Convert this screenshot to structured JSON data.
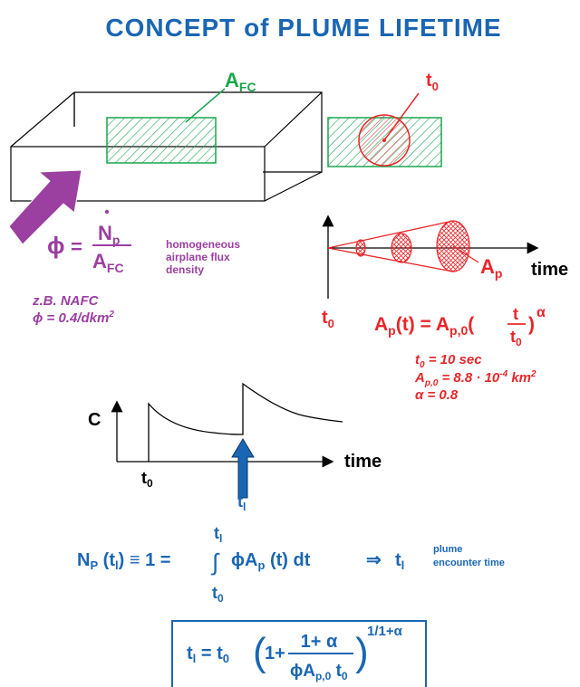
{
  "title": "CONCEPT of PLUME LIFETIME",
  "colors": {
    "blue": "#1a66b3",
    "green": "#1aa64d",
    "red": "#e8262a",
    "purple": "#9b3fa0",
    "black": "#000000"
  },
  "box_panel": {
    "afc_label": "A",
    "afc_sub": "FC"
  },
  "flux_panel": {
    "phi": "ϕ",
    "equals": "=",
    "numerator": "N",
    "numerator_sub": "p",
    "denominator": "A",
    "denominator_sub": "FC",
    "description": [
      "homogeneous",
      "airplane flux",
      "density"
    ],
    "example_line1": "z.B. NAFC",
    "example_line2": "ϕ = 0.4/dkm",
    "example_sup": "2"
  },
  "plume_panel": {
    "t0_label": "t",
    "t0_sub": "0",
    "time_label": "time",
    "ap_label": "A",
    "ap_sub": "p",
    "formula_lhs": "A",
    "formula_lhs_sub": "p",
    "formula_lhs_rest": "(t) = A",
    "formula_rhs_sub": "p,0",
    "formula_paren_open": "(",
    "formula_frac_num": "t",
    "formula_frac_den": "t",
    "formula_frac_den_sub": "0",
    "formula_paren_close": ")",
    "formula_exp": "α",
    "param1": "t",
    "param1_sub": "0",
    "param1_rest": " = 10 sec",
    "param2": "A",
    "param2_sub": "p,0",
    "param2_rest": " = 8.8 · 10",
    "param2_sup": "-4",
    "param2_unit": " km",
    "param2_unit_sup": "2",
    "param3": "α = 0.8"
  },
  "concentration_panel": {
    "c_label": "C",
    "time_label": "time",
    "t0_label": "t",
    "t0_sub": "0",
    "tl_label": "t",
    "tl_sub": "l"
  },
  "integral_equation": {
    "lhs": "N",
    "lhs_sub": "P",
    "lhs_rest": " (t",
    "lhs_tl_sub": "l",
    "lhs_end": ") ≡ 1 =",
    "integral": "∫",
    "upper": "t",
    "upper_sub": "l",
    "lower": "t",
    "lower_sub": "0",
    "integrand": "ϕA",
    "integrand_sub": "p",
    "integrand_rest": " (t) dt",
    "implies": "⇒",
    "result": "t",
    "result_sub": "l",
    "note_line1": "plume",
    "note_line2": "encounter time"
  },
  "boxed_formula": {
    "lhs": "t",
    "lhs_sub": "l",
    "eq": " = t",
    "eq_sub": "0",
    "paren_open": "(",
    "one_plus": "1+",
    "num": "1+ α",
    "den": "ϕA",
    "den_sub": "p,0",
    "den_rest": " t",
    "den_rest_sub": "0",
    "paren_close": ")",
    "exponent": "1/1+α"
  }
}
